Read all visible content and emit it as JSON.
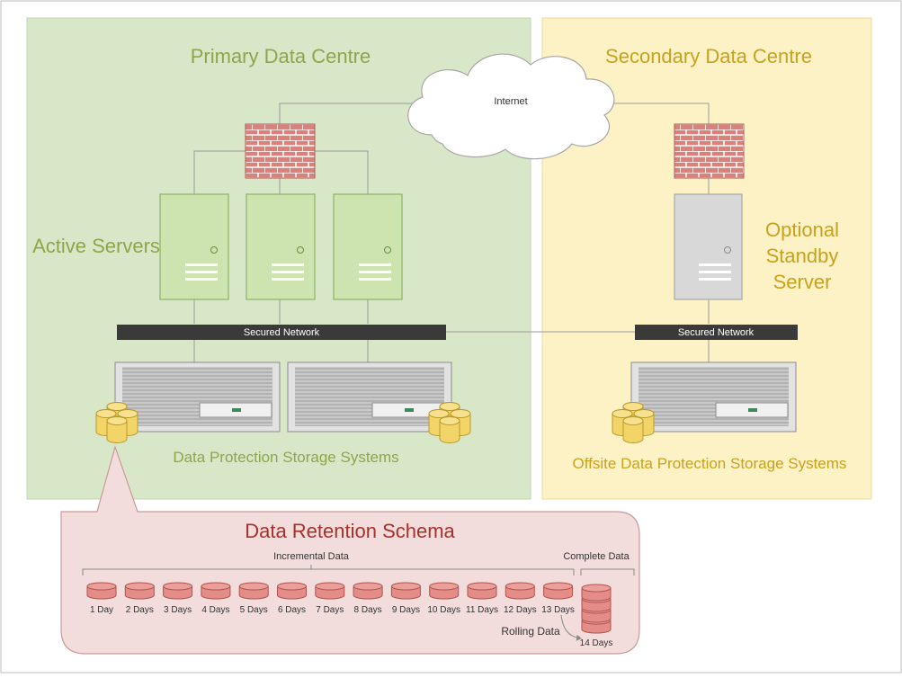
{
  "primary": {
    "title": "Primary Data Centre",
    "servers_label": "Active Servers",
    "network_label": "Secured Network",
    "storage_label": "Data Protection Storage Systems"
  },
  "secondary": {
    "title": "Secondary Data Centre",
    "standby_label_lines": [
      "Optional",
      "Standby",
      "Server"
    ],
    "network_label": "Secured Network",
    "storage_label": "Offsite Data Protection Storage Systems"
  },
  "internet_label": "Internet",
  "retention": {
    "title": "Data Retention Schema",
    "incremental_label": "Incremental Data",
    "complete_label": "Complete Data",
    "rolling_label": "Rolling Data",
    "days": [
      "1 Day",
      "2 Days",
      "3 Days",
      "4 Days",
      "5 Days",
      "6 Days",
      "7 Days",
      "8 Days",
      "9 Days",
      "10 Days",
      "11 Days",
      "12 Days",
      "13 Days"
    ],
    "complete_day": "14 Days"
  },
  "colors": {
    "primary_bg": "#d9e7c9",
    "secondary_bg": "#fdf1c6",
    "retention_bg": "#f3dcdc",
    "server_green": "#cde3b0",
    "server_grey": "#d8d8d8",
    "firewall": "#d9817a",
    "storage_yellow": "#f3d468",
    "day_disk": "#e48d88",
    "title_green": "#8aa84a",
    "title_gold": "#c9a21b",
    "title_red": "#a8312b"
  }
}
